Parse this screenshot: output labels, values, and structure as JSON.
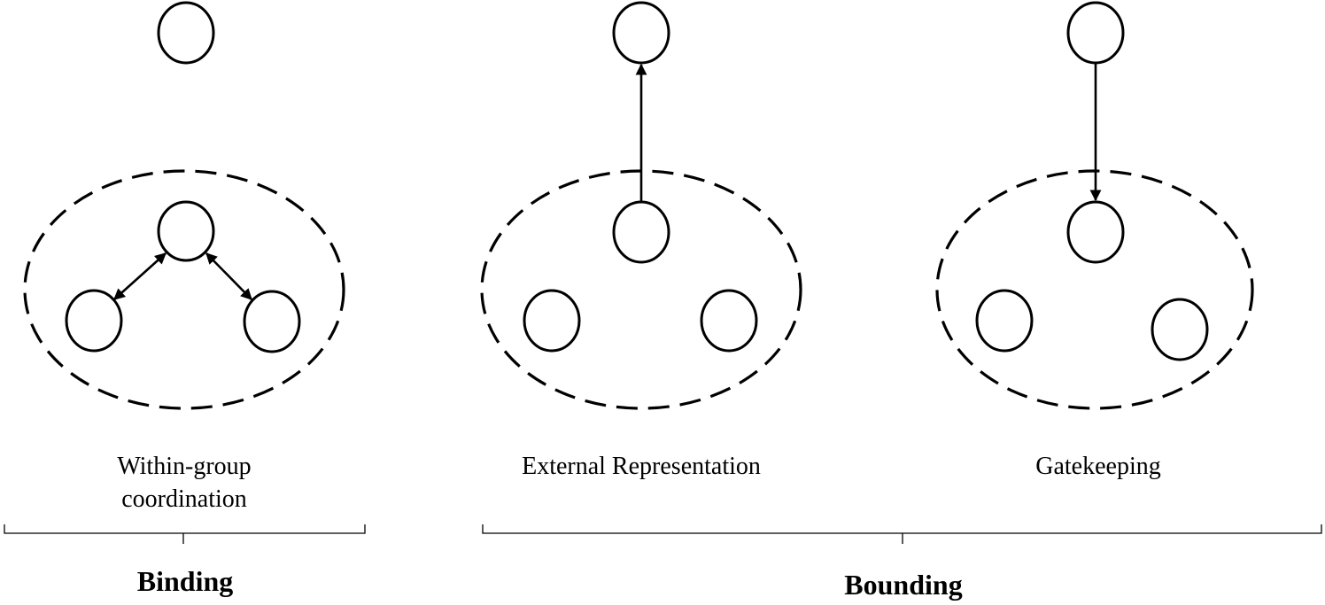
{
  "panels": [
    {
      "id": "binding-coordination",
      "label_lines": [
        "Within-group",
        "coordination"
      ]
    },
    {
      "id": "external-representation",
      "label_lines": [
        "External Representation"
      ]
    },
    {
      "id": "gatekeeping",
      "label_lines": [
        "Gatekeeping"
      ]
    }
  ],
  "categories": {
    "binding": "Binding",
    "bounding": "Bounding"
  },
  "colors": {
    "stroke": "#000000",
    "background": "#ffffff"
  }
}
